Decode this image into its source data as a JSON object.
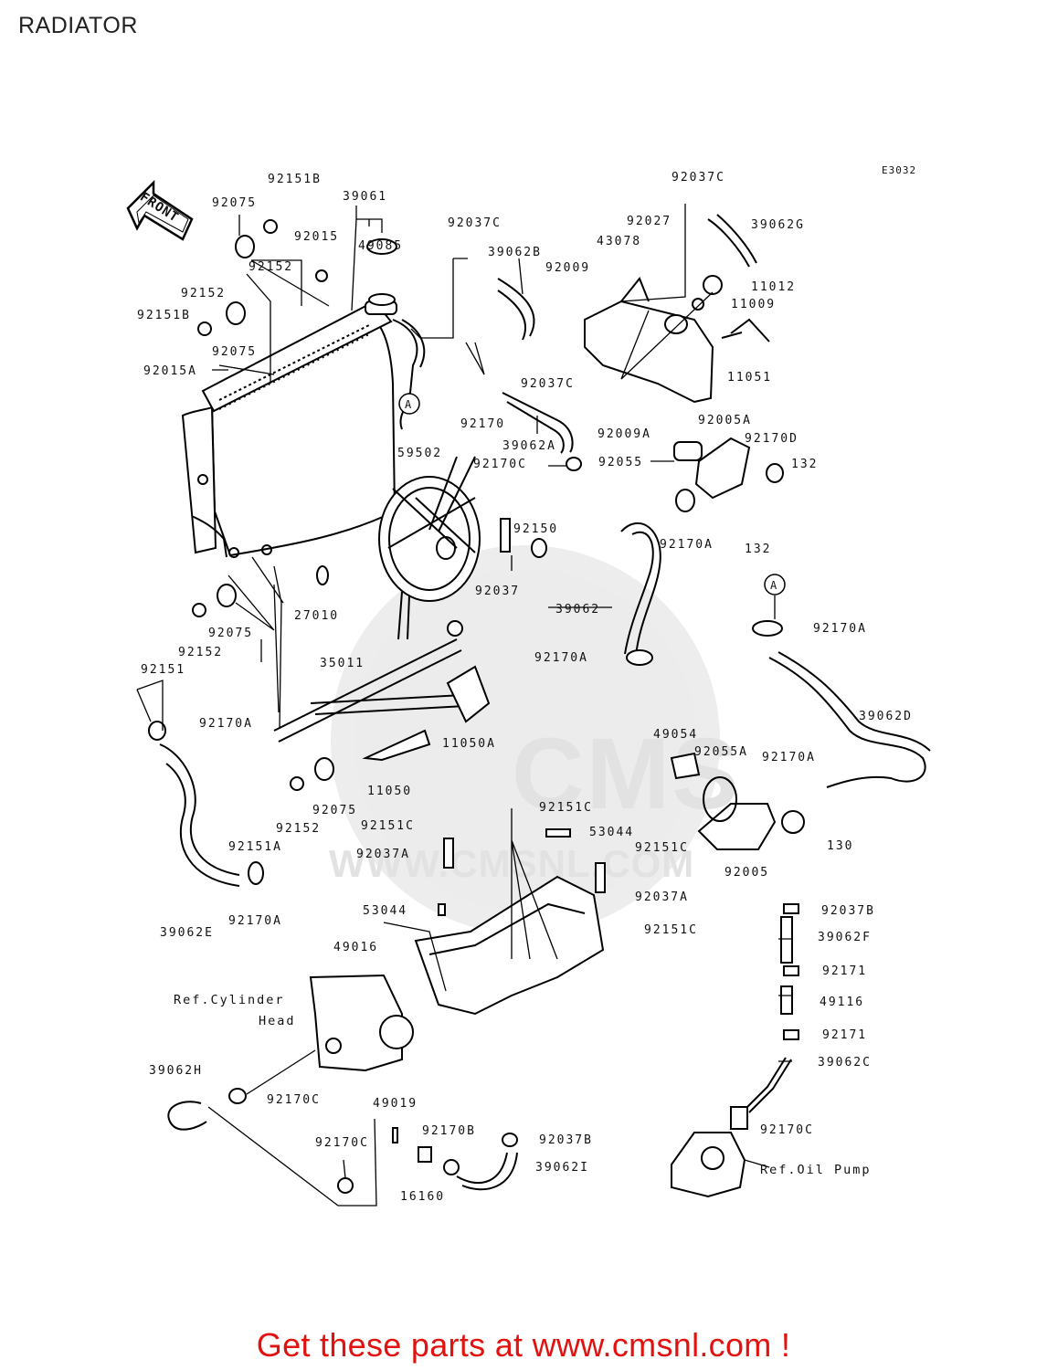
{
  "page": {
    "title": "RADIATOR",
    "code": "E3032",
    "front_label": "FRONT"
  },
  "callout_marker": "A",
  "references": {
    "cylinder_head_line1": "Ref.Cylinder",
    "cylinder_head_line2": "Head",
    "oil_pump": "Ref.Oil Pump"
  },
  "watermark": {
    "brand": "CMS",
    "url": "WWW.CMSNL.COM"
  },
  "footer": {
    "text": "Get these parts at www.cmsnl.com !"
  },
  "part_labels": [
    "92151B",
    "39061",
    "92075",
    "92015",
    "49085",
    "92152",
    "92152",
    "92151B",
    "92075",
    "92015A",
    "92037C",
    "39062B",
    "92027",
    "92009",
    "43078",
    "92037C",
    "39062G",
    "11012",
    "11009",
    "92037C",
    "11051",
    "92170",
    "39062A",
    "92009A",
    "92005A",
    "92170D",
    "92055",
    "132",
    "92170C",
    "59502",
    "92150",
    "92170A",
    "132",
    "92037",
    "27010",
    "39062",
    "92075",
    "92152",
    "92151",
    "35011",
    "92170A",
    "92170A",
    "11050A",
    "92170A",
    "39062D",
    "49054",
    "92055A",
    "92170A",
    "11050",
    "92075",
    "92152",
    "92151C",
    "92151C",
    "53044",
    "92151A",
    "92037A",
    "92151C",
    "92005",
    "130",
    "92037A",
    "92170A",
    "39062E",
    "53044",
    "92037B",
    "92151C",
    "49016",
    "39062F",
    "92171",
    "49116",
    "92171",
    "39062H",
    "92170C",
    "39062C",
    "49019",
    "92170B",
    "92037B",
    "92170C",
    "39062I",
    "92170C",
    "16160"
  ]
}
